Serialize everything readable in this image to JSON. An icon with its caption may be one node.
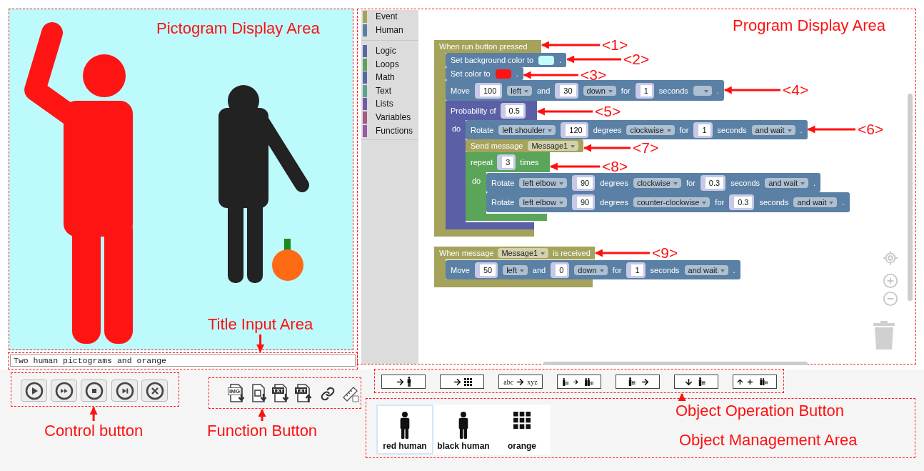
{
  "diagram": {
    "nodes": [
      {
        "text": [
          "Pictogram Display Area"
        ]
      },
      {
        "text": [
          "Program Display Area"
        ]
      },
      {
        "text": [
          "When run button pressed"
        ],
        "in": 1
      },
      {
        "text": [
          "Set background color to",
          "."
        ],
        "in": 1
      },
      {
        "text": [
          "Set color to",
          "."
        ],
        "in": 1
      },
      {
        "text": [
          "Move",
          "100",
          "left",
          "and",
          "30",
          "down",
          "for",
          "1",
          "seconds",
          "."
        ],
        "in": 1
      },
      {
        "text": [
          "Probability of",
          "0.5",
          "do"
        ],
        "in": 1
      },
      {
        "text": [
          "Rotate",
          "left shoulder",
          "120",
          "degrees",
          "clockwise",
          "for",
          "1",
          "seconds",
          "and wait",
          "."
        ],
        "in": 1
      },
      {
        "text": [
          "Send message",
          "Message1"
        ],
        "in": 1
      },
      {
        "text": [
          "repeat",
          "3",
          "times",
          "do"
        ],
        "in": 1
      },
      {
        "text": [
          "Rotate",
          "left elbow",
          "90",
          "degrees",
          "clockwise",
          "for",
          "0.3",
          "seconds",
          "and wait",
          "."
        ],
        "in": 1
      },
      {
        "text": [
          "Rotate",
          "left elbow",
          "90",
          "degrees",
          "counter-clockwise",
          "for",
          "0.3",
          "seconds",
          "and wait",
          "."
        ],
        "in": 1
      },
      {
        "text": [
          "When message",
          "Message1",
          "is received"
        ],
        "in": 1
      },
      {
        "text": [
          "Move",
          "50",
          "left",
          "and",
          "0",
          "down",
          "for",
          "1",
          "seconds",
          "and wait",
          "."
        ],
        "in": 1
      },
      {
        "text": [
          "<1>"
        ],
        "in": 1
      },
      {
        "text": [
          "<2>"
        ],
        "in": 1
      },
      {
        "text": [
          "<3>"
        ],
        "in": 1
      },
      {
        "text": [
          "<4>"
        ],
        "in": 1
      },
      {
        "text": [
          "<5>"
        ],
        "in": 1
      },
      {
        "text": [
          "<6>"
        ],
        "in": 1
      },
      {
        "text": [
          "<7>"
        ],
        "in": 1
      },
      {
        "text": [
          "<8>"
        ],
        "in": 1
      },
      {
        "text": [
          "<9>"
        ],
        "in": 1
      },
      {
        "text": [
          "Two human pictograms and orange"
        ]
      },
      {
        "text": [
          "Title Input Area"
        ],
        "in": 0
      },
      {
        "text": [],
        "shape": "box"
      },
      {
        "text": [
          "Control button"
        ]
      },
      {
        "text": [],
        "shape": "box"
      },
      {
        "text": [
          "Function Button"
        ]
      },
      {
        "text": [],
        "shape": "box"
      },
      {
        "text": [
          "Object Management Area"
        ]
      },
      {
        "text": [
          "Object Operation Button"
        ],
        "in": 30
      },
      {
        "text": [
          "red human"
        ],
        "in": 30
      },
      {
        "text": [
          "black human"
        ],
        "in": 30
      },
      {
        "text": [
          "orange"
        ],
        "in": 30
      }
    ],
    "edges": [
      {
        "from": 14,
        "to": 2,
        "arrow": "to"
      },
      {
        "from": 15,
        "to": 3,
        "arrow": "to"
      },
      {
        "from": 16,
        "to": 4,
        "arrow": "to"
      },
      {
        "from": 17,
        "to": 5,
        "arrow": "to"
      },
      {
        "from": 18,
        "to": 6,
        "arrow": "to"
      },
      {
        "from": 19,
        "to": 7,
        "arrow": "to"
      },
      {
        "from": 20,
        "to": 8,
        "arrow": "to"
      },
      {
        "from": 21,
        "to": 9,
        "arrow": "to"
      },
      {
        "from": 22,
        "to": 12,
        "arrow": "to"
      },
      {
        "from": 24,
        "to": 23,
        "arrow": "to"
      },
      {
        "from": 26,
        "to": 25,
        "arrow": "to"
      },
      {
        "from": 28,
        "to": 27,
        "arrow": "to"
      },
      {
        "from": 31,
        "to": 29,
        "arrow": "to"
      }
    ],
    "labels": [
      "Event",
      "Human",
      "Logic",
      "Loops",
      "Math",
      "Text",
      "Lists",
      "Variables",
      "Functions",
      "IMG",
      "TXT",
      "TXT",
      "abc",
      "xyz"
    ]
  }
}
